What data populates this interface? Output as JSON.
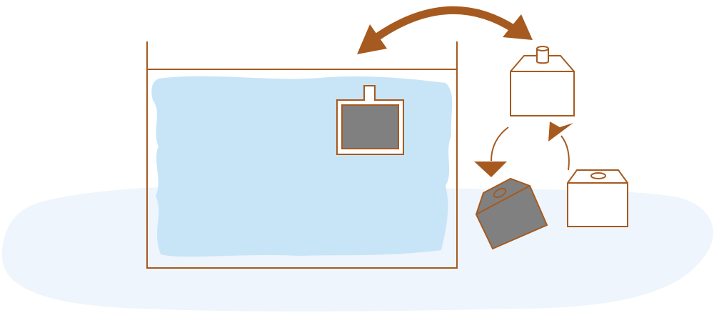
{
  "diagram": {
    "description_items": [
      {
        "id": "tank",
        "icon": "tank-icon"
      },
      {
        "id": "water",
        "icon": "water-icon"
      },
      {
        "id": "submerged-box",
        "icon": "box-submerged-icon"
      },
      {
        "id": "box-top",
        "icon": "box-icon"
      },
      {
        "id": "box-tilted",
        "icon": "box-tilted-icon"
      },
      {
        "id": "box-right",
        "icon": "box-icon"
      }
    ],
    "colors": {
      "outline": "#a65a1f",
      "arrow": "#a65a1f",
      "water": "#c8e5f8",
      "ground": "#eef5fc",
      "fill_dark": "#808080",
      "fill_white": "#ffffff"
    }
  }
}
